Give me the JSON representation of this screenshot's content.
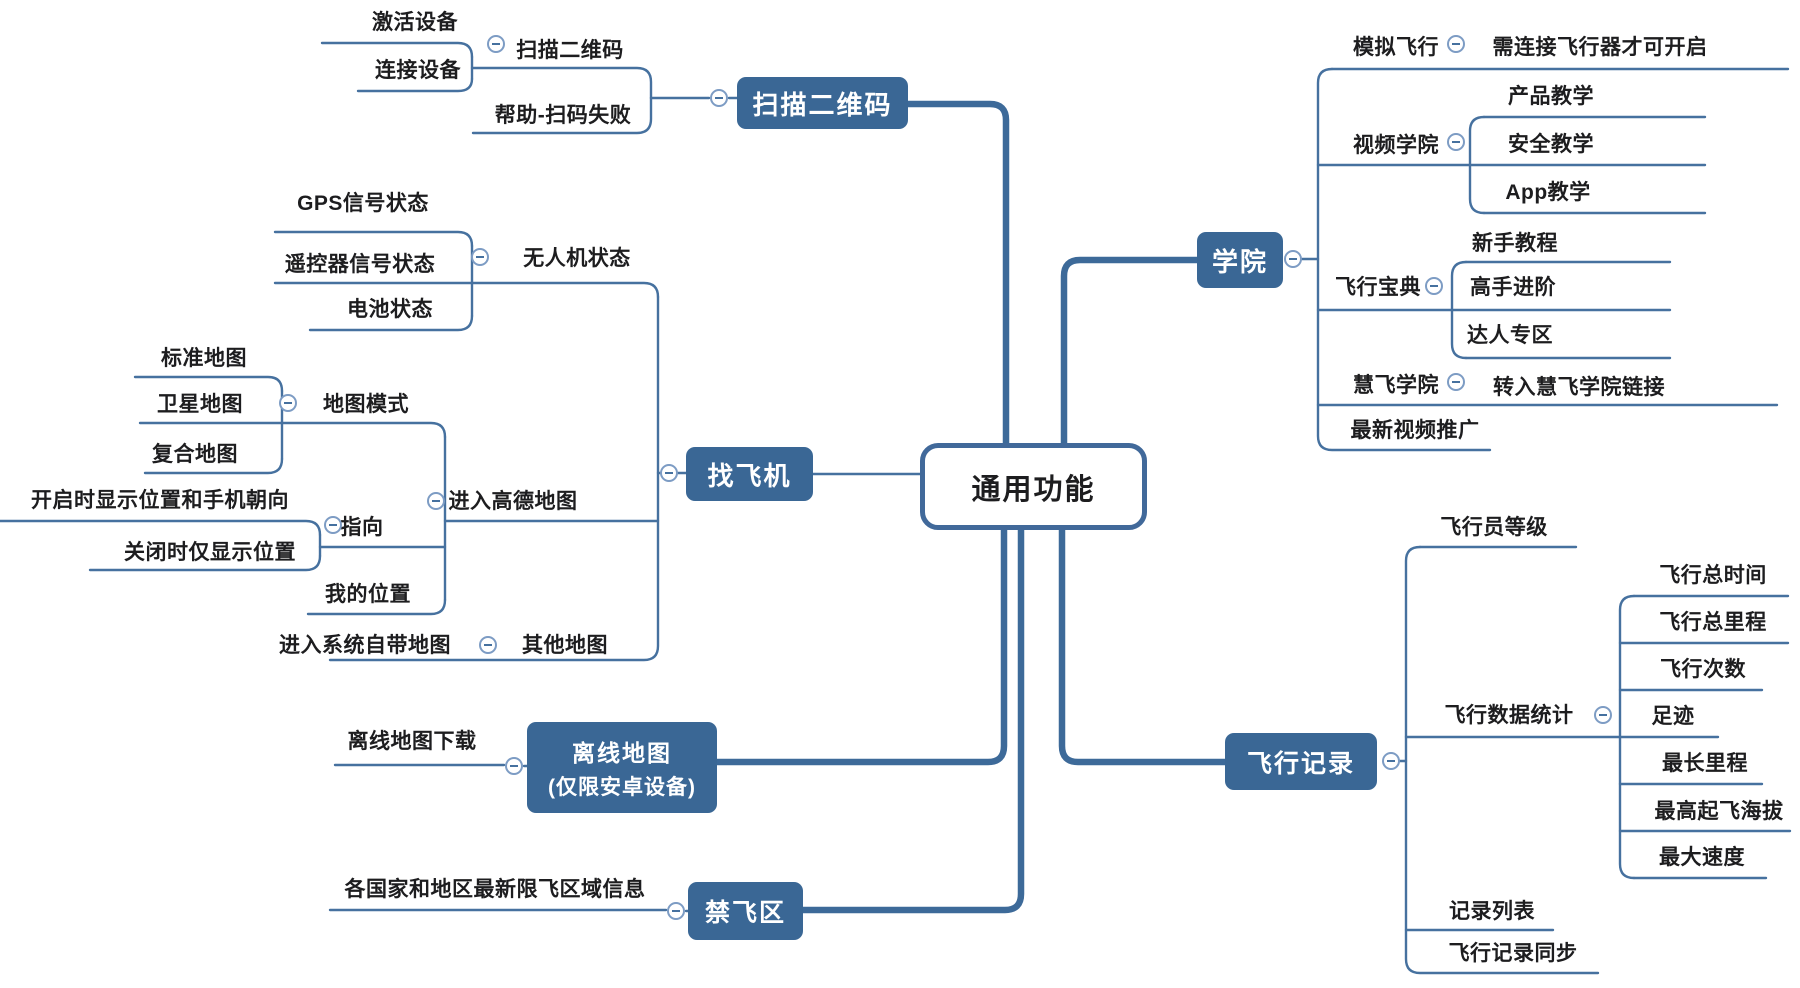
{
  "app": {
    "type": "mindmap",
    "topic": "DJI GO 通用功能思维导图"
  },
  "colors": {
    "background": "#ffffff",
    "branch_line": "#46719f",
    "trunk_line": "#3d6a99",
    "node_fill": "#3a6795",
    "node_text": "#ffffff",
    "label_text": "#1d1d1f",
    "collapse_ring": "#7d9cc4"
  },
  "nodes": {
    "root": {
      "label": "通用功能",
      "parent": null
    },
    "scan": {
      "label": "扫描二维码",
      "parent": "root"
    },
    "find": {
      "label": "找飞机",
      "parent": "root"
    },
    "offline": {
      "label": "离线地图",
      "label2": "(仅限安卓设备)",
      "parent": "root"
    },
    "nofly": {
      "label": "禁飞区",
      "parent": "root"
    },
    "academy": {
      "label": "学院",
      "parent": "root"
    },
    "record": {
      "label": "飞行记录",
      "parent": "root"
    }
  },
  "labels": [
    {
      "id": "scan-sub",
      "text": "扫描二维码",
      "parent": "scan"
    },
    {
      "id": "activate-device",
      "text": "激活设备",
      "parent": "scan-sub"
    },
    {
      "id": "connect-device",
      "text": "连接设备",
      "parent": "scan-sub"
    },
    {
      "id": "help-scan-fail",
      "text": "帮助-扫码失败",
      "parent": "scan"
    },
    {
      "id": "drone-status",
      "text": "无人机状态",
      "parent": "find"
    },
    {
      "id": "gps-signal",
      "text": "GPS信号状态",
      "parent": "drone-status"
    },
    {
      "id": "rc-signal",
      "text": "遥控器信号状态",
      "parent": "drone-status"
    },
    {
      "id": "battery-status",
      "text": "电池状态",
      "parent": "drone-status"
    },
    {
      "id": "enter-amap",
      "text": "进入高德地图",
      "parent": "find"
    },
    {
      "id": "map-mode",
      "text": "地图模式",
      "parent": "enter-amap"
    },
    {
      "id": "standard-map",
      "text": "标准地图",
      "parent": "map-mode"
    },
    {
      "id": "satellite-map",
      "text": "卫星地图",
      "parent": "map-mode"
    },
    {
      "id": "hybrid-map",
      "text": "复合地图",
      "parent": "map-mode"
    },
    {
      "id": "pointing",
      "text": "指向",
      "parent": "enter-amap"
    },
    {
      "id": "pointing-on",
      "text": "开启时显示位置和手机朝向",
      "parent": "pointing"
    },
    {
      "id": "pointing-off",
      "text": "关闭时仅显示位置",
      "parent": "pointing"
    },
    {
      "id": "my-location",
      "text": "我的位置",
      "parent": "enter-amap"
    },
    {
      "id": "other-maps",
      "text": "其他地图",
      "parent": "find"
    },
    {
      "id": "system-map",
      "text": "进入系统自带地图",
      "parent": "other-maps"
    },
    {
      "id": "offline-map-download",
      "text": "离线地图下载",
      "parent": "offline"
    },
    {
      "id": "no-fly-info",
      "text": "各国家和地区最新限飞区域信息",
      "parent": "nofly"
    },
    {
      "id": "sim-flight",
      "text": "模拟飞行",
      "parent": "academy"
    },
    {
      "id": "sim-flight-note",
      "text": "需连接飞行器才可开启",
      "parent": "sim-flight"
    },
    {
      "id": "video-academy",
      "text": "视频学院",
      "parent": "academy"
    },
    {
      "id": "product-teaching",
      "text": "产品教学",
      "parent": "video-academy"
    },
    {
      "id": "safety-teaching",
      "text": "安全教学",
      "parent": "video-academy"
    },
    {
      "id": "app-teaching",
      "text": "App教学",
      "parent": "video-academy"
    },
    {
      "id": "flight-handbook",
      "text": "飞行宝典",
      "parent": "academy"
    },
    {
      "id": "beginner-tutorial",
      "text": "新手教程",
      "parent": "flight-handbook"
    },
    {
      "id": "advanced",
      "text": "高手进阶",
      "parent": "flight-handbook"
    },
    {
      "id": "expert-zone",
      "text": "达人专区",
      "parent": "flight-handbook"
    },
    {
      "id": "huifei-academy",
      "text": "慧飞学院",
      "parent": "academy"
    },
    {
      "id": "huifei-link",
      "text": "转入慧飞学院链接",
      "parent": "huifei-academy"
    },
    {
      "id": "latest-video",
      "text": "最新视频推广",
      "parent": "academy"
    },
    {
      "id": "pilot-level",
      "text": "飞行员等级",
      "parent": "record"
    },
    {
      "id": "flight-stats",
      "text": "飞行数据统计",
      "parent": "record"
    },
    {
      "id": "total-time",
      "text": "飞行总时间",
      "parent": "flight-stats"
    },
    {
      "id": "total-distance",
      "text": "飞行总里程",
      "parent": "flight-stats"
    },
    {
      "id": "flight-count",
      "text": "飞行次数",
      "parent": "flight-stats"
    },
    {
      "id": "footprint",
      "text": "足迹",
      "parent": "flight-stats"
    },
    {
      "id": "max-distance",
      "text": "最长里程",
      "parent": "flight-stats"
    },
    {
      "id": "max-altitude",
      "text": "最高起飞海拔",
      "parent": "flight-stats"
    },
    {
      "id": "max-speed",
      "text": "最大速度",
      "parent": "flight-stats"
    },
    {
      "id": "record-list",
      "text": "记录列表",
      "parent": "record"
    },
    {
      "id": "record-sync",
      "text": "飞行记录同步",
      "parent": "record"
    }
  ]
}
